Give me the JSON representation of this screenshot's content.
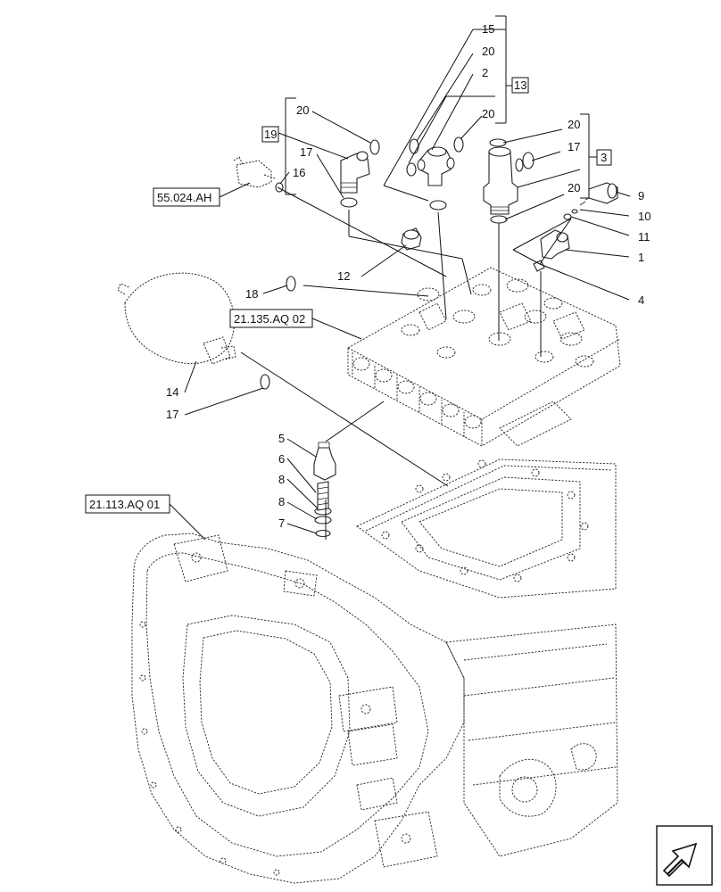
{
  "callouts": {
    "c15": "15",
    "c20a": "20",
    "c2": "2",
    "c13": "13",
    "c20b": "20",
    "c20c": "20",
    "c19": "19",
    "c17a": "17",
    "c16": "16",
    "c20d": "20",
    "c17b": "17",
    "c3": "3",
    "c20e": "20",
    "c9": "9",
    "c10": "10",
    "c11": "11",
    "c1": "1",
    "c4": "4",
    "c12": "12",
    "c18": "18",
    "c14": "14",
    "c17c": "17",
    "c5": "5",
    "c6": "6",
    "c8a": "8",
    "c8b": "8",
    "c7": "7"
  },
  "references": {
    "r55024": "55.024.AH",
    "r21135": "21.135.AQ 02",
    "r21113": "21.113.AQ 01"
  },
  "nav_icon": "next-page-arrow-icon"
}
